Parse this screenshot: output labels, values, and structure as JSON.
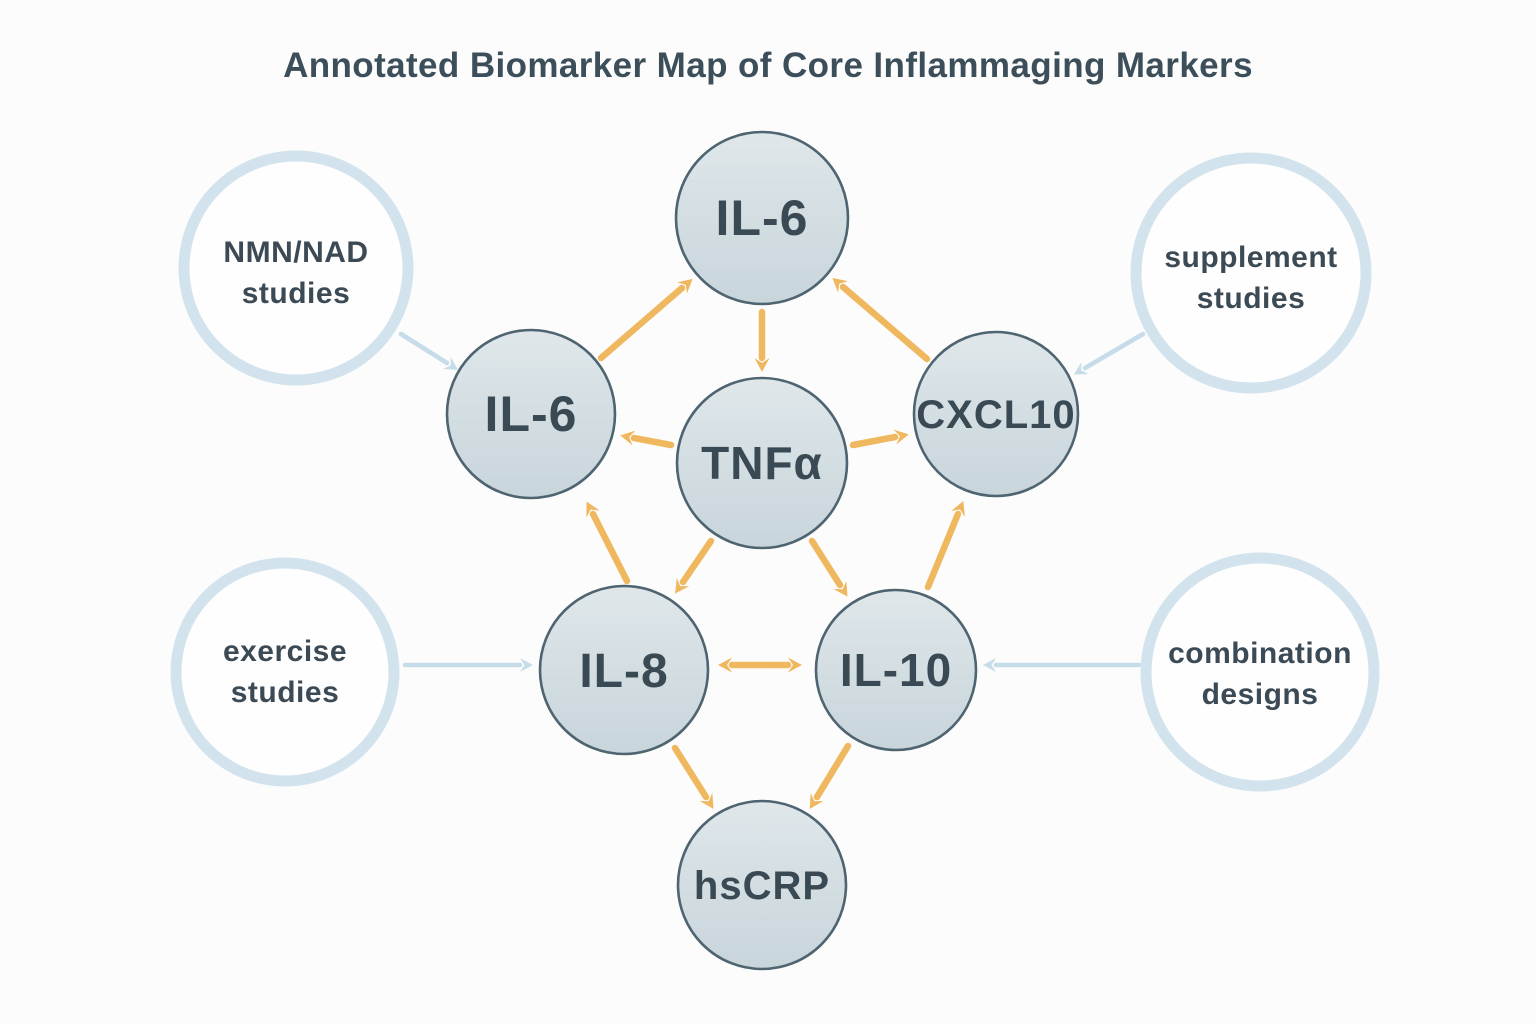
{
  "title": "Annotated Biomarker Map of Core Inflammaging Markers",
  "nodes": [
    {
      "id": "il6-top",
      "label": "IL-6"
    },
    {
      "id": "il6-left",
      "label": "IL-6"
    },
    {
      "id": "tnfa",
      "label": "TNFα"
    },
    {
      "id": "cxcl10",
      "label": "CXCL10"
    },
    {
      "id": "il8",
      "label": "IL-8"
    },
    {
      "id": "il10",
      "label": "IL-10"
    },
    {
      "id": "hscrp",
      "label": "hsCRP"
    }
  ],
  "annotations": [
    {
      "id": "nmn-nad",
      "line1": "NMN/NAD",
      "line2": "studies",
      "points_to": "IL-6 (left)"
    },
    {
      "id": "supplement",
      "line1": "supplement",
      "line2": "studies",
      "points_to": "CXCL10"
    },
    {
      "id": "exercise",
      "line1": "exercise",
      "line2": "studies",
      "points_to": "IL-8"
    },
    {
      "id": "combination",
      "line1": "combination",
      "line2": "designs",
      "points_to": "IL-10"
    }
  ],
  "edges": [
    {
      "from": "IL-6 (left)",
      "to": "IL-6 (top)",
      "style": "orange",
      "direction": "one-way"
    },
    {
      "from": "IL-6 (top)",
      "to": "TNFα",
      "style": "orange",
      "direction": "one-way"
    },
    {
      "from": "CXCL10",
      "to": "IL-6 (top)",
      "style": "orange",
      "direction": "one-way"
    },
    {
      "from": "TNFα",
      "to": "IL-6 (left)",
      "style": "orange",
      "direction": "one-way"
    },
    {
      "from": "TNFα",
      "to": "CXCL10",
      "style": "orange",
      "direction": "one-way"
    },
    {
      "from": "TNFα",
      "to": "IL-8",
      "style": "orange",
      "direction": "one-way"
    },
    {
      "from": "TNFα",
      "to": "IL-10",
      "style": "orange",
      "direction": "one-way"
    },
    {
      "from": "IL-8",
      "to": "IL-6 (left)",
      "style": "orange",
      "direction": "one-way"
    },
    {
      "from": "IL-10",
      "to": "CXCL10",
      "style": "orange",
      "direction": "one-way"
    },
    {
      "from": "IL-8",
      "to": "IL-10",
      "style": "orange",
      "direction": "two-way"
    },
    {
      "from": "IL-8",
      "to": "hsCRP",
      "style": "orange",
      "direction": "one-way"
    },
    {
      "from": "IL-10",
      "to": "hsCRP",
      "style": "orange",
      "direction": "one-way"
    },
    {
      "from": "NMN/NAD studies",
      "to": "IL-6 (left)",
      "style": "blue",
      "direction": "one-way"
    },
    {
      "from": "supplement studies",
      "to": "CXCL10",
      "style": "blue",
      "direction": "one-way"
    },
    {
      "from": "exercise studies",
      "to": "IL-8",
      "style": "blue",
      "direction": "one-way"
    },
    {
      "from": "combination designs",
      "to": "IL-10",
      "style": "blue",
      "direction": "one-way"
    }
  ],
  "colors": {
    "background": "#fcfcfc",
    "node_fill_top": "#dfe7ea",
    "node_fill_bottom": "#c8d5db",
    "node_border": "#4e6470",
    "node_text": "#3a4a54",
    "annotation_ring": "#d2e3ed",
    "annotation_text": "#3b4a54",
    "arrow_orange": "#efb85e",
    "arrow_blue": "#c6dde9",
    "title_text": "#3c4e5a"
  }
}
